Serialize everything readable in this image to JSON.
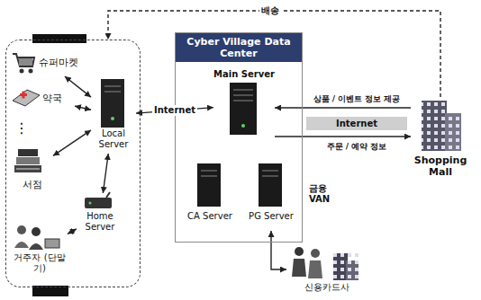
{
  "diagram": {
    "nodes": [
      {
        "text": []
      },
      {
        "text": [
          "슈퍼마켓"
        ],
        "in": 0
      },
      {
        "text": [
          "약국"
        ],
        "in": 0
      },
      {
        "text": [
          "서점"
        ],
        "in": 0
      },
      {
        "text": [
          "거주자 (단말기)"
        ],
        "in": 0
      },
      {
        "text": [
          "Local Server"
        ],
        "in": 0
      },
      {
        "text": [
          "Home Server"
        ],
        "in": 0
      },
      {
        "text": [
          "Cyber Village Data Center"
        ]
      },
      {
        "text": [
          "Main Server"
        ],
        "in": 7
      },
      {
        "text": [
          "CA Server"
        ],
        "in": 7
      },
      {
        "text": [
          "PG Server"
        ],
        "in": 7
      },
      {
        "text": [
          "Shopping Mall"
        ]
      },
      {
        "text": [
          "신용카드사"
        ]
      }
    ],
    "edges": [
      {
        "from": 1,
        "to": 5,
        "arrow": "both"
      },
      {
        "from": 2,
        "to": 5,
        "arrow": "both"
      },
      {
        "from": 3,
        "to": 5,
        "arrow": "both"
      },
      {
        "from": 6,
        "to": 5,
        "arrow": "both"
      },
      {
        "from": 4,
        "to": 6,
        "arrow": "both"
      },
      {
        "from": 5,
        "to": 8,
        "label": "Internet",
        "arrow": "both"
      },
      {
        "from": 11,
        "to": 8,
        "label": "상품 / 이벤트 정보 제공",
        "arrow": "to"
      },
      {
        "from": 8,
        "to": 11,
        "label": "주문 / 예약 정보",
        "arrow": "to"
      },
      {
        "from": 10,
        "to": 12,
        "arrow": "both"
      },
      {
        "from": 11,
        "to": 0,
        "label": "배송",
        "arrow": "to"
      }
    ],
    "labels": [
      "⋮",
      "Internet",
      "금융 VAN"
    ]
  }
}
